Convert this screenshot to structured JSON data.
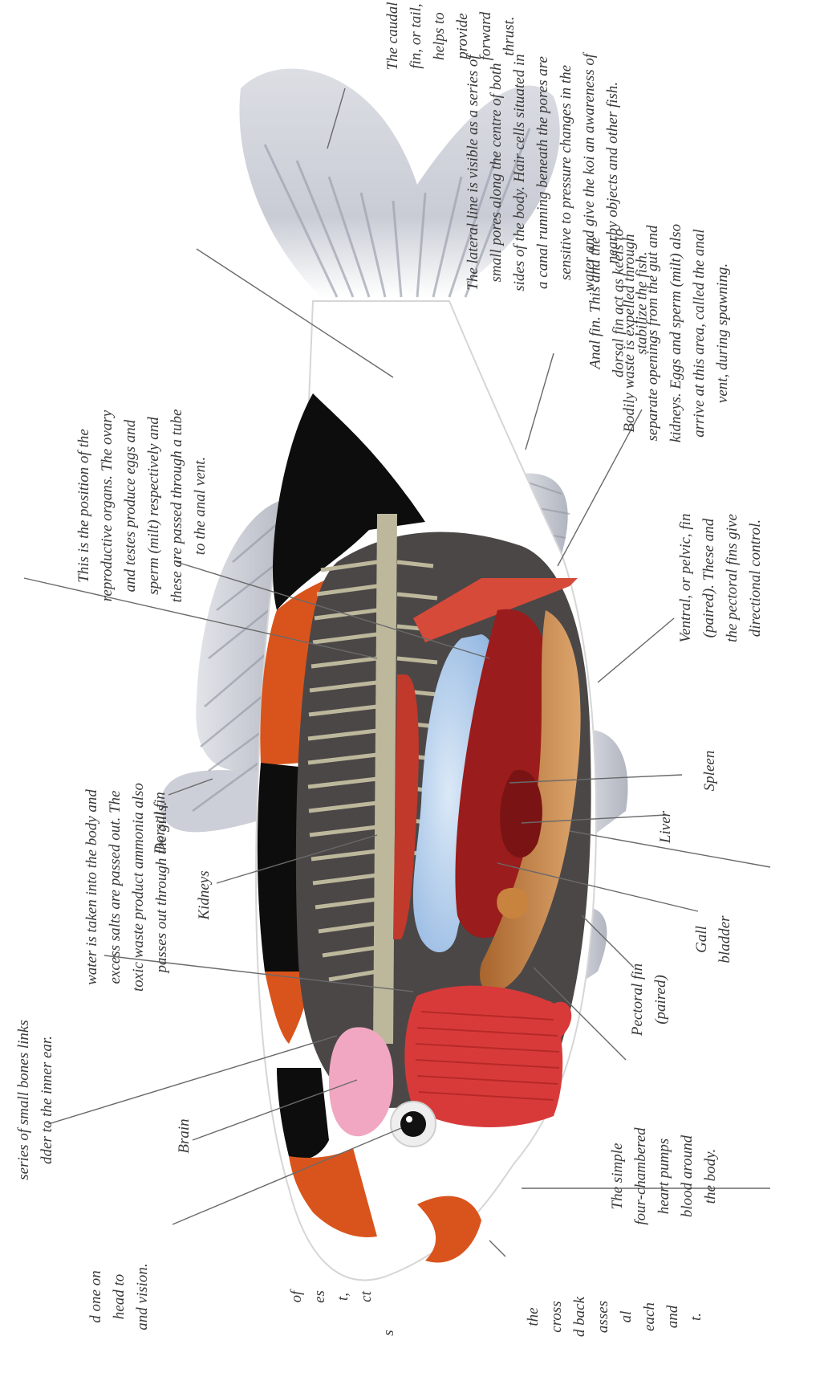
{
  "labels": {
    "tail_fin": "The caudal\nfin, or tail,\nhelps to\nprovide\nforward\nthrust.",
    "lateral_line": "The lateral line is visible as a series of\nsmall pores along the centre of both\nsides of the body. Hair cells situated in\na canal running beneath the pores are\nsensitive to pressure changes in the\nwater and give the koi an awareness of\nnearby objects and other fish.",
    "reproductive": "This is the position of the\nreproductive organs. The ovary\nand testes produce eggs and\nsperm (milt) respectively and\nthese are passed through a tube\nto the anal vent.",
    "anal_fin": "Anal fin. This and the\ndorsal fin act as keels to\nstabilize the fish.",
    "waste": "Bodily waste is expelled through\nseparate openings from the gut and\nkidneys. Eggs and sperm (milt) also\narrive at this area, called the anal\nvent, during spawning.",
    "kidneys_text": "water is taken into the body and\nexcess salts are passed out. The\ntoxic waste product ammonia also\npasses out through the gills.",
    "dorsal_fin": "Dorsal fin",
    "kidneys": "Kidneys",
    "ventral_fin": "Ventral, or pelvic, fin\n(paired). These and\nthe pectoral fins give\ndirectional control.",
    "spleen": "Spleen",
    "liver": "Liver",
    "gall_bladder": "Gall\nbladder",
    "pectoral_fin": "Pectoral fin\n(paired)",
    "heart": "The simple\nfour-chambered\nheart pumps\nblood around\nthe body.",
    "brain": "Brain",
    "bones_ear": "series of small bones links\ndder to the inner ear.",
    "eye_partial": "d one on\nhead to\nand vision.",
    "partial_c": "of\nes\nt,\nct",
    "partial_d": "s",
    "gills_partial": "the\ncross\nd back\nasses\nal\neach\nand\nt."
  },
  "colors": {
    "skin": "#ffffff",
    "orange": "#d9541c",
    "black": "#0d0d0d",
    "body_cavity": "#4b4747",
    "spine": "#bdb89c",
    "swim_bladder": "#a9c8ea",
    "gut": "#c78a4e",
    "liver": "#9b1c1c",
    "gills": "#d83a3a",
    "brain": "#f1a7c2",
    "fin": "#b6b9c3"
  }
}
